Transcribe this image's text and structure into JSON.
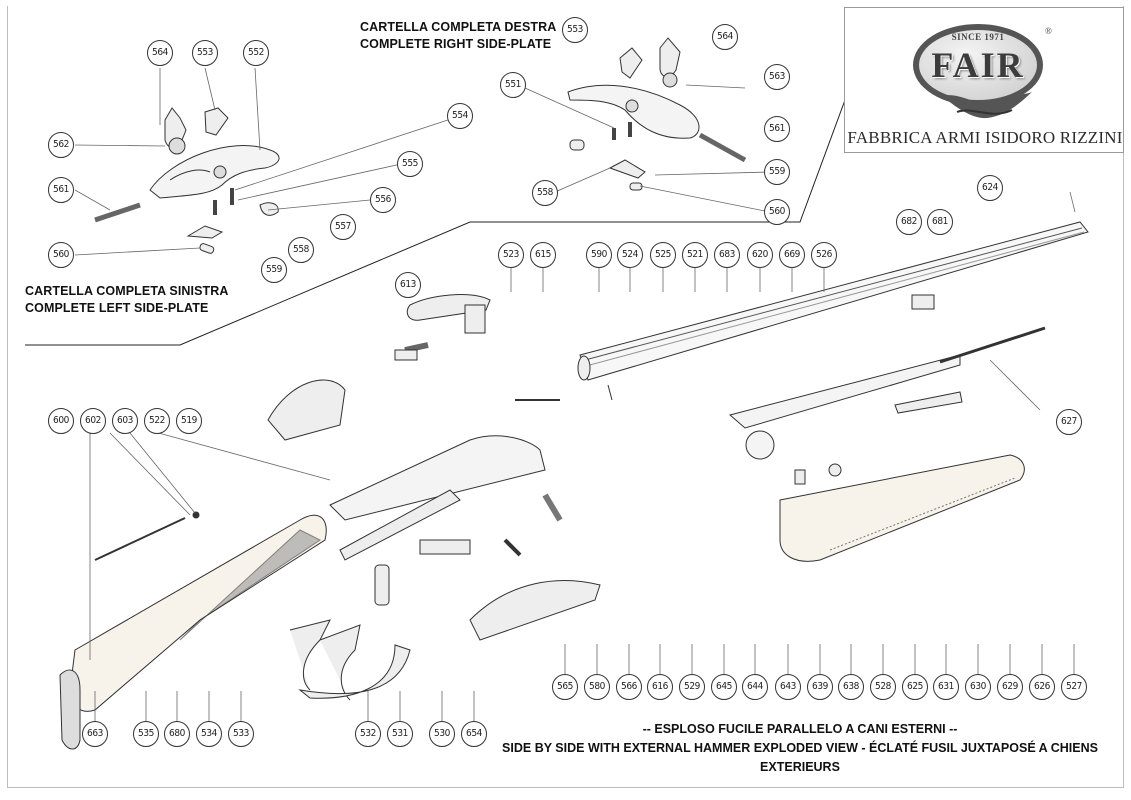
{
  "brand": {
    "since": "SINCE 1971",
    "name": "FAIR",
    "registered": "®",
    "company": "FABBRICA ARMI ISIDORO RIZZINI"
  },
  "captions": {
    "right_plate_it": "CARTELLA COMPLETA DESTRA",
    "right_plate_en": "COMPLETE  RIGHT SIDE-PLATE",
    "left_plate_it": "CARTELLA COMPLETA SINISTRA",
    "left_plate_en": "COMPLETE LEFT SIDE-PLATE"
  },
  "title": {
    "line1": "-- ESPLOSO FUCILE PARALLELO A CANI ESTERNI --",
    "line2": "SIDE BY SIDE WITH EXTERNAL HAMMER EXPLODED VIEW  -  ÉCLATÉ FUSIL JUXTAPOSÉ A CHIENS EXTERIEURS"
  },
  "left_plate_parts": [
    "564",
    "553",
    "552",
    "562",
    "561",
    "560",
    "559",
    "558",
    "557",
    "556",
    "555",
    "554"
  ],
  "right_plate_parts": [
    "553",
    "564",
    "551",
    "563",
    "561",
    "559",
    "558",
    "560"
  ],
  "top_row_parts": [
    "523",
    "615",
    "590",
    "524",
    "525",
    "521",
    "683",
    "620",
    "669",
    "526"
  ],
  "barrel_parts": [
    "624",
    "682",
    "681",
    "627",
    "613"
  ],
  "left_row_parts": [
    "600",
    "602",
    "603",
    "522",
    "519"
  ],
  "bottom_row_parts": [
    "663",
    "535",
    "680",
    "534",
    "533",
    "532",
    "531",
    "530",
    "654",
    "565",
    "580",
    "566",
    "616",
    "529",
    "645",
    "644",
    "643",
    "639",
    "638",
    "528",
    "625",
    "631",
    "630",
    "629",
    "626",
    "527"
  ]
}
